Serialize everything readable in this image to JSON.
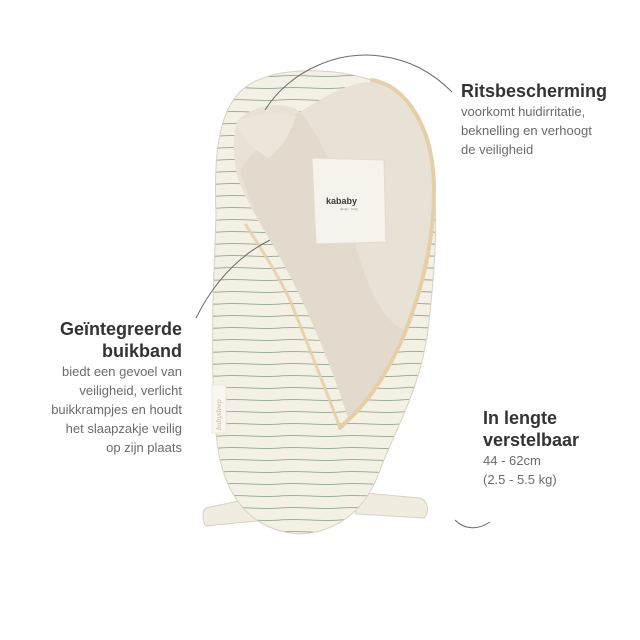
{
  "product": {
    "label_brand": "kababy",
    "label_sub": "design · baby",
    "side_tag": "babysleep"
  },
  "callouts": {
    "zip": {
      "title": "Ritsbescherming",
      "lines": [
        "voorkomt huidirritatie,",
        "beknelling en verhoogt",
        "de veiligheid"
      ]
    },
    "band": {
      "title_lines": [
        "Geïntegreerde",
        "buikband"
      ],
      "lines": [
        "biedt een gevoel van",
        "veiligheid, verlicht",
        "buikkrampjes en houdt",
        "het slaapzakje veilig",
        "op zijn plaats"
      ]
    },
    "length": {
      "title_lines": [
        "In lengte",
        "verstelbaar"
      ],
      "lines": [
        "44 - 62cm",
        "(2.5 - 5.5 kg)"
      ]
    }
  },
  "colors": {
    "fabric": "#f3f0e4",
    "lining": "#e8e1d6",
    "lining_shadow": "#ded5c8",
    "stripe": "#9fae9d",
    "zip": "#e6cfa6",
    "strap": "#f1ece0",
    "leader": "#6b6b6b"
  }
}
